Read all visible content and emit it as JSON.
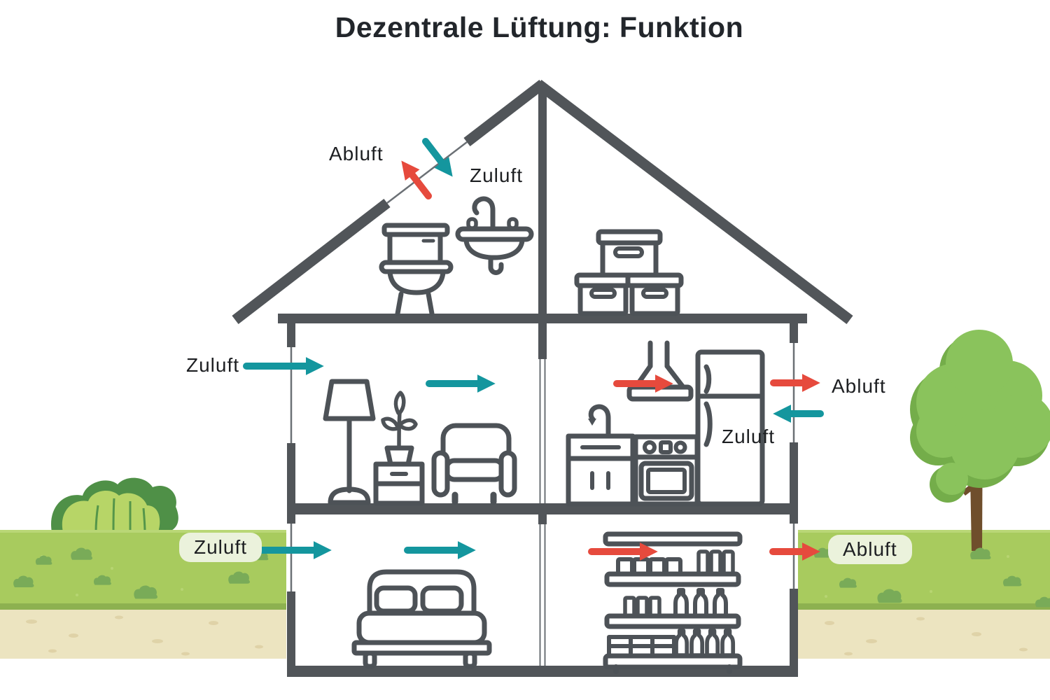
{
  "title": "Dezentrale Lüftung: Funktion",
  "legend": {
    "supply_label": "Zuluft",
    "exhaust_label": "Abluft",
    "supply_color": "#14969e",
    "exhaust_color": "#e64a3d"
  },
  "labels": {
    "attic_exhaust": "Abluft",
    "attic_supply": "Zuluft",
    "living_supply": "Zuluft",
    "kitchen_exhaust": "Abluft",
    "kitchen_supply": "Zuluft",
    "bedroom_supply": "Zuluft",
    "pantry_exhaust": "Abluft"
  },
  "rooms": [
    {
      "name": "bathroom",
      "floor": "attic",
      "side": "left",
      "icons": [
        "toilet-icon",
        "sink-icon"
      ]
    },
    {
      "name": "storage",
      "floor": "attic",
      "side": "right",
      "icons": [
        "storage-boxes-icon"
      ]
    },
    {
      "name": "living-room",
      "floor": "middle",
      "side": "left",
      "icons": [
        "floor-lamp-icon",
        "plant-icon",
        "armchair-icon"
      ]
    },
    {
      "name": "kitchen",
      "floor": "middle",
      "side": "right",
      "icons": [
        "kitchen-sink-icon",
        "range-hood-icon",
        "stove-icon",
        "fridge-icon"
      ]
    },
    {
      "name": "bedroom",
      "floor": "ground",
      "side": "left",
      "icons": [
        "bed-icon"
      ]
    },
    {
      "name": "pantry",
      "floor": "ground",
      "side": "right",
      "icons": [
        "pantry-shelf-icon"
      ]
    }
  ],
  "colors": {
    "structure": "#515559",
    "furniture": "#4d5257",
    "supply": "#14969e",
    "exhaust": "#e64a3d",
    "grass": "#a8cb5e",
    "grass_edge": "#8db150",
    "sand": "#ece4c0",
    "sand_dot": "#ddd0a3",
    "bush_dark": "#4f9047",
    "bush_light": "#b7d567",
    "tree_leaf": "#8ac35c",
    "tree_leaf_shadow": "#74ad4a",
    "tree_trunk": "#6f4e2c",
    "label_pill": "#ebf2dc",
    "text": "#1d1f22",
    "title_text": "#22262b"
  }
}
